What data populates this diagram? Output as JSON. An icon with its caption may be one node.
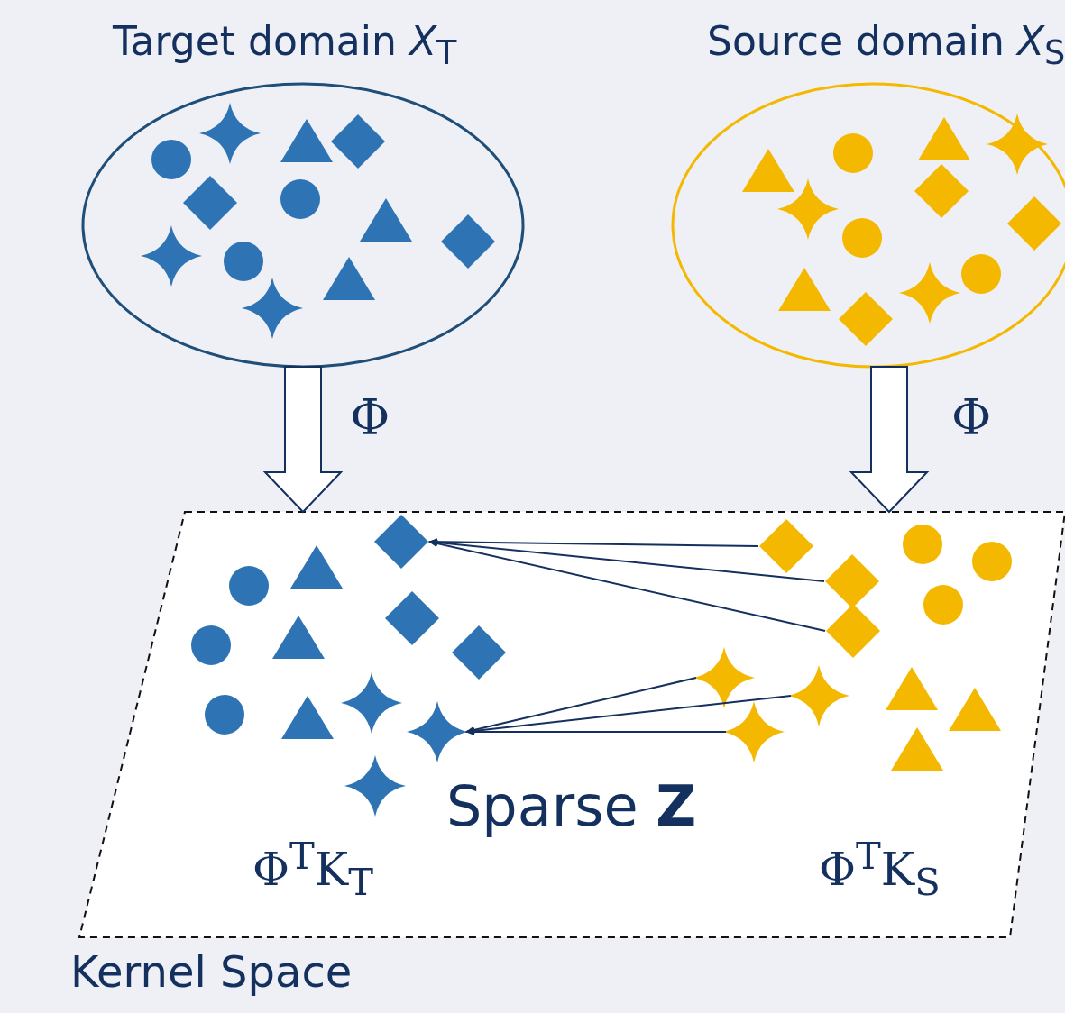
{
  "diagram": {
    "nodes": [
      {
        "text": [
          "Target domain *X*$_{T}$"
        ]
      },
      {
        "text": [
          "Source domain *X*$_{S}$"
        ]
      },
      {
        "text": [
          "Kernel Space"
        ]
      },
      {
        "text": [],
        "shape": "diamond",
        "in": 2
      },
      {
        "text": [],
        "shape": "diamond",
        "in": 2
      },
      {
        "text": [],
        "shape": "diamond",
        "in": 2
      },
      {
        "text": [],
        "shape": "diamond",
        "in": 2
      },
      {
        "text": [],
        "shape": "star",
        "in": 2
      },
      {
        "text": [],
        "shape": "star",
        "in": 2
      },
      {
        "text": [],
        "shape": "star",
        "in": 2
      },
      {
        "text": [],
        "shape": "star",
        "in": 2
      },
      {
        "text": [],
        "shape": "diamond",
        "in": 2
      },
      {
        "text": [],
        "shape": "diamond",
        "in": 2
      },
      {
        "text": [],
        "shape": "star",
        "in": 2
      },
      {
        "text": [],
        "shape": "star",
        "in": 2
      }
    ],
    "edges": [
      {
        "from": 0,
        "to": 2,
        "arrow": "to",
        "label": "Φ",
        "style": "thick"
      },
      {
        "from": 1,
        "to": 2,
        "arrow": "to",
        "label": "Φ",
        "style": "thick"
      },
      {
        "from": 4,
        "to": 3,
        "arrow": "to"
      },
      {
        "from": 5,
        "to": 3,
        "arrow": "to"
      },
      {
        "from": 6,
        "to": 3,
        "arrow": "to"
      },
      {
        "from": 8,
        "to": 7,
        "arrow": "to"
      },
      {
        "from": 9,
        "to": 7,
        "arrow": "to"
      },
      {
        "from": 10,
        "to": 7,
        "arrow": "to"
      }
    ],
    "labels": [
      "Sparse **Z**",
      "Φ$^{T}$K$_{T}$",
      "Φ$^{T}$K$_{S}$"
    ]
  }
}
